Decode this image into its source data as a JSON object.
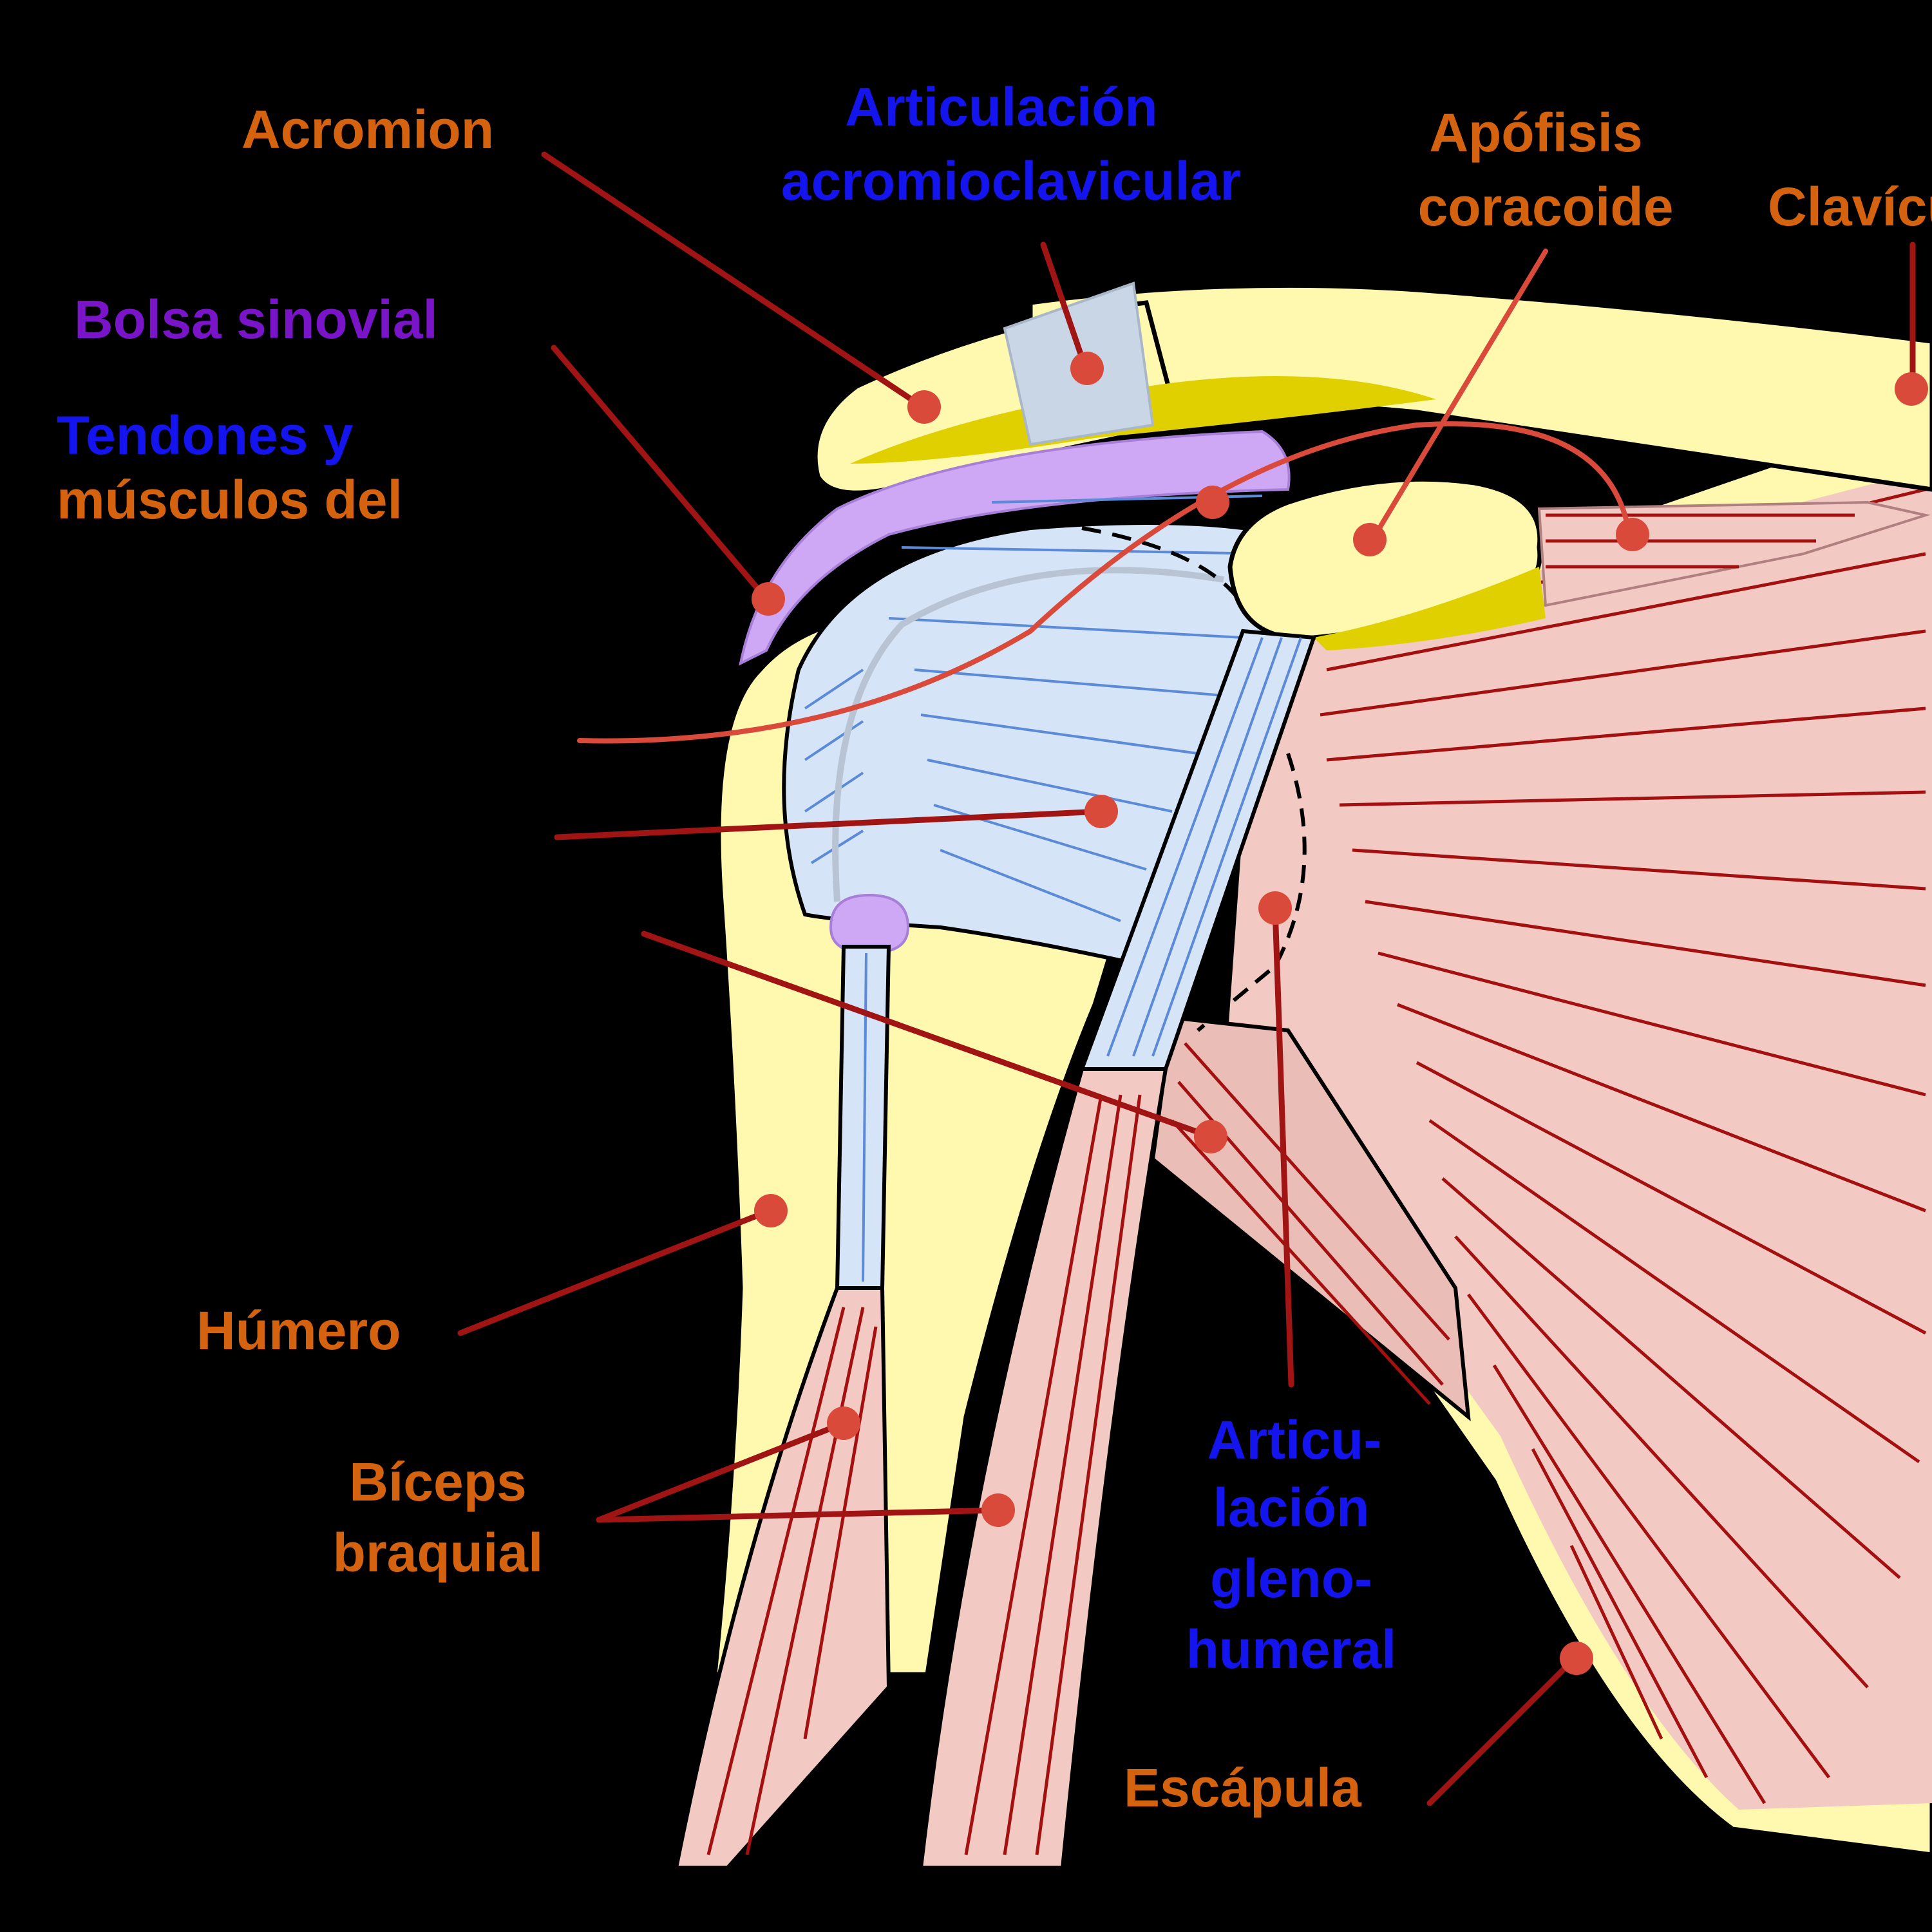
{
  "diagram": {
    "labels": {
      "acromion": "Acromion",
      "ac_joint_line1": "Articulación",
      "ac_joint_line2": "acromioclavicular",
      "coracoid_line1": "Apófisis",
      "coracoid_line2": "coracoide",
      "clavicle": "Clavícula",
      "bursa": "Bolsa sinovial",
      "tendons_line1": "Tendones y",
      "tendons_line2": "músculos del",
      "humerus": "Húmero",
      "biceps_line1": "Bíceps",
      "biceps_line2": "braquial",
      "gh_joint_line1": "Articu-",
      "gh_joint_line2": "lación",
      "gh_joint_line3": "gleno-",
      "gh_joint_line4": "humeral",
      "scapula": "Escápula"
    },
    "colors": {
      "background": "#000000",
      "bone": "#fff9b0",
      "cartilage_yellow": "#e0d000",
      "bursa": "#cfa8f5",
      "tendon": "#d6e4f7",
      "muscle": "#f2c9c3",
      "fiber": "#a40f0f",
      "leader": "#a11414",
      "label_orange": "#d4620f",
      "label_blue": "#1414ee",
      "label_purple": "#7a14c8"
    }
  }
}
